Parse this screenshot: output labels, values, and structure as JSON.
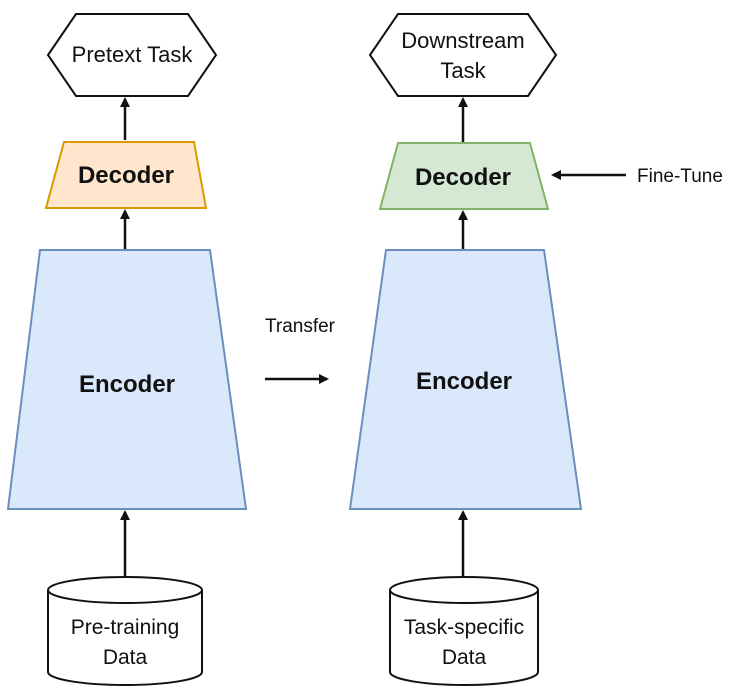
{
  "diagram": {
    "left": {
      "output": {
        "line1": "Pretext Task"
      },
      "decoder": {
        "label": "Decoder"
      },
      "encoder": {
        "label": "Encoder"
      },
      "data": {
        "line1": "Pre-training",
        "line2": "Data"
      }
    },
    "right": {
      "output": {
        "line1": "Downstream",
        "line2": "Task"
      },
      "decoder": {
        "label": "Decoder"
      },
      "encoder": {
        "label": "Encoder"
      },
      "data": {
        "line1": "Task-specific",
        "line2": "Data"
      }
    },
    "transfer": {
      "label": "Transfer"
    },
    "fine_tune": {
      "label": "Fine-Tune"
    },
    "colors": {
      "encoder_fill": "#dae8fc",
      "encoder_stroke": "#6c8ebf",
      "decoder_left_fill": "#ffe6cc",
      "decoder_left_stroke": "#d79b00",
      "decoder_right_fill": "#d5e8d4",
      "decoder_right_stroke": "#82b366",
      "outline": "#111111"
    }
  }
}
